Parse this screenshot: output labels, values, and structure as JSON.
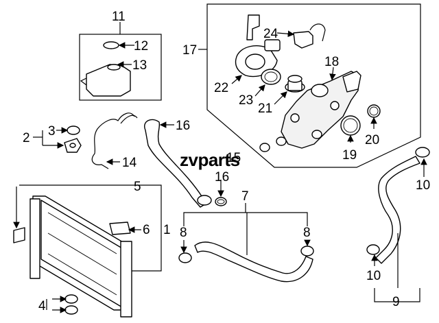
{
  "watermark": "zvparts",
  "callouts": {
    "c1": "1",
    "c2": "2",
    "c3": "3",
    "c4": "4",
    "c5": "5",
    "c6": "6",
    "c7": "7",
    "c8a": "8",
    "c8b": "8",
    "c9": "9",
    "c10a": "10",
    "c10b": "10",
    "c11": "11",
    "c12": "12",
    "c13": "13",
    "c14": "14",
    "c15": "15",
    "c16a": "16",
    "c16b": "16",
    "c17": "17",
    "c18": "18",
    "c19": "19",
    "c20": "20",
    "c21": "21",
    "c22": "22",
    "c23": "23",
    "c24": "24"
  }
}
